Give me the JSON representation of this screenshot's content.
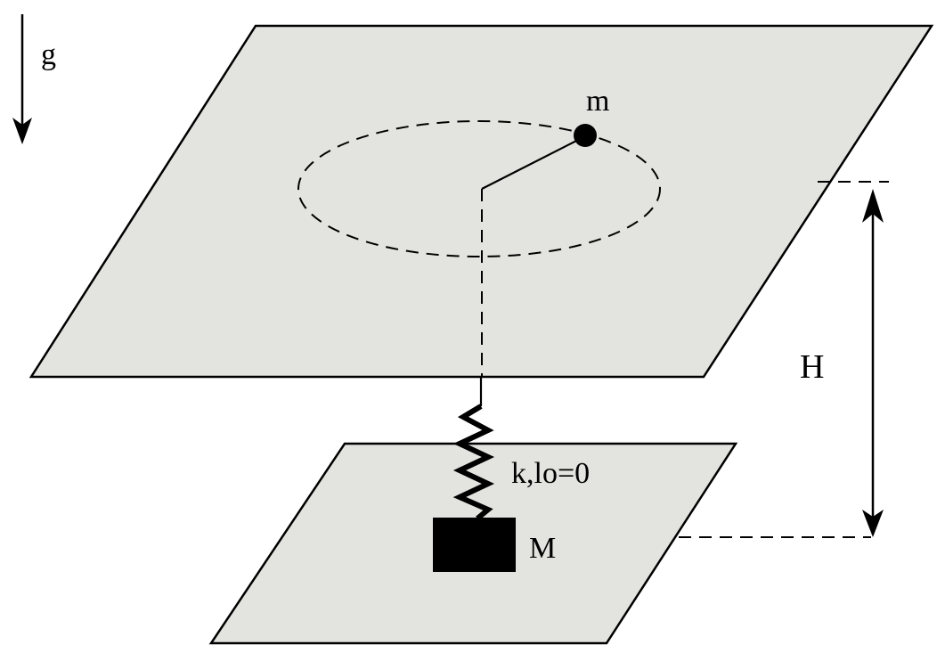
{
  "labels": {
    "gravity": "g",
    "small_mass": "m",
    "height": "H",
    "spring": "k,lo=0",
    "big_mass": "M"
  },
  "colors": {
    "plane_fill": "#e3e3df",
    "ink": "#000000",
    "background": "#ffffff"
  }
}
